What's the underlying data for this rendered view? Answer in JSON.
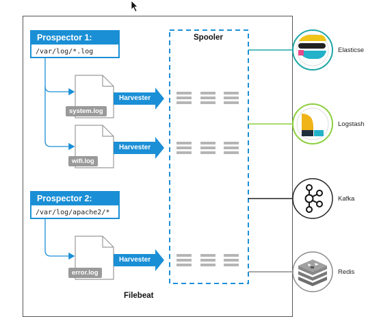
{
  "filebeat": {
    "title": "Filebeat"
  },
  "spooler": {
    "title": "Spooler"
  },
  "prospectors": [
    {
      "title": "Prospector 1:",
      "path": "/var/log/*.log"
    },
    {
      "title": "Prospector 2:",
      "path": "/var/log/apache2/*"
    }
  ],
  "files": [
    {
      "label": "system.log"
    },
    {
      "label": "wifi.log"
    },
    {
      "label": "error.log"
    }
  ],
  "harvester_label": "Harvester",
  "outputs": [
    {
      "label": "Elasticse",
      "icon": "elasticsearch-icon",
      "color": "#1fa6a6"
    },
    {
      "label": "Logstash",
      "icon": "logstash-icon",
      "color": "#8dcf3f"
    },
    {
      "label": "Kafka",
      "icon": "kafka-icon",
      "color": "#222222"
    },
    {
      "label": "Redis",
      "icon": "redis-icon",
      "color": "#8a8a8a"
    }
  ],
  "colors": {
    "accent_blue": "#1a8fd6",
    "file_gray": "#9a9a9a",
    "elasticsearch": "#1fa6a6",
    "logstash": "#8dcf3f",
    "kafka": "#222222",
    "redis": "#8a8a8a"
  }
}
